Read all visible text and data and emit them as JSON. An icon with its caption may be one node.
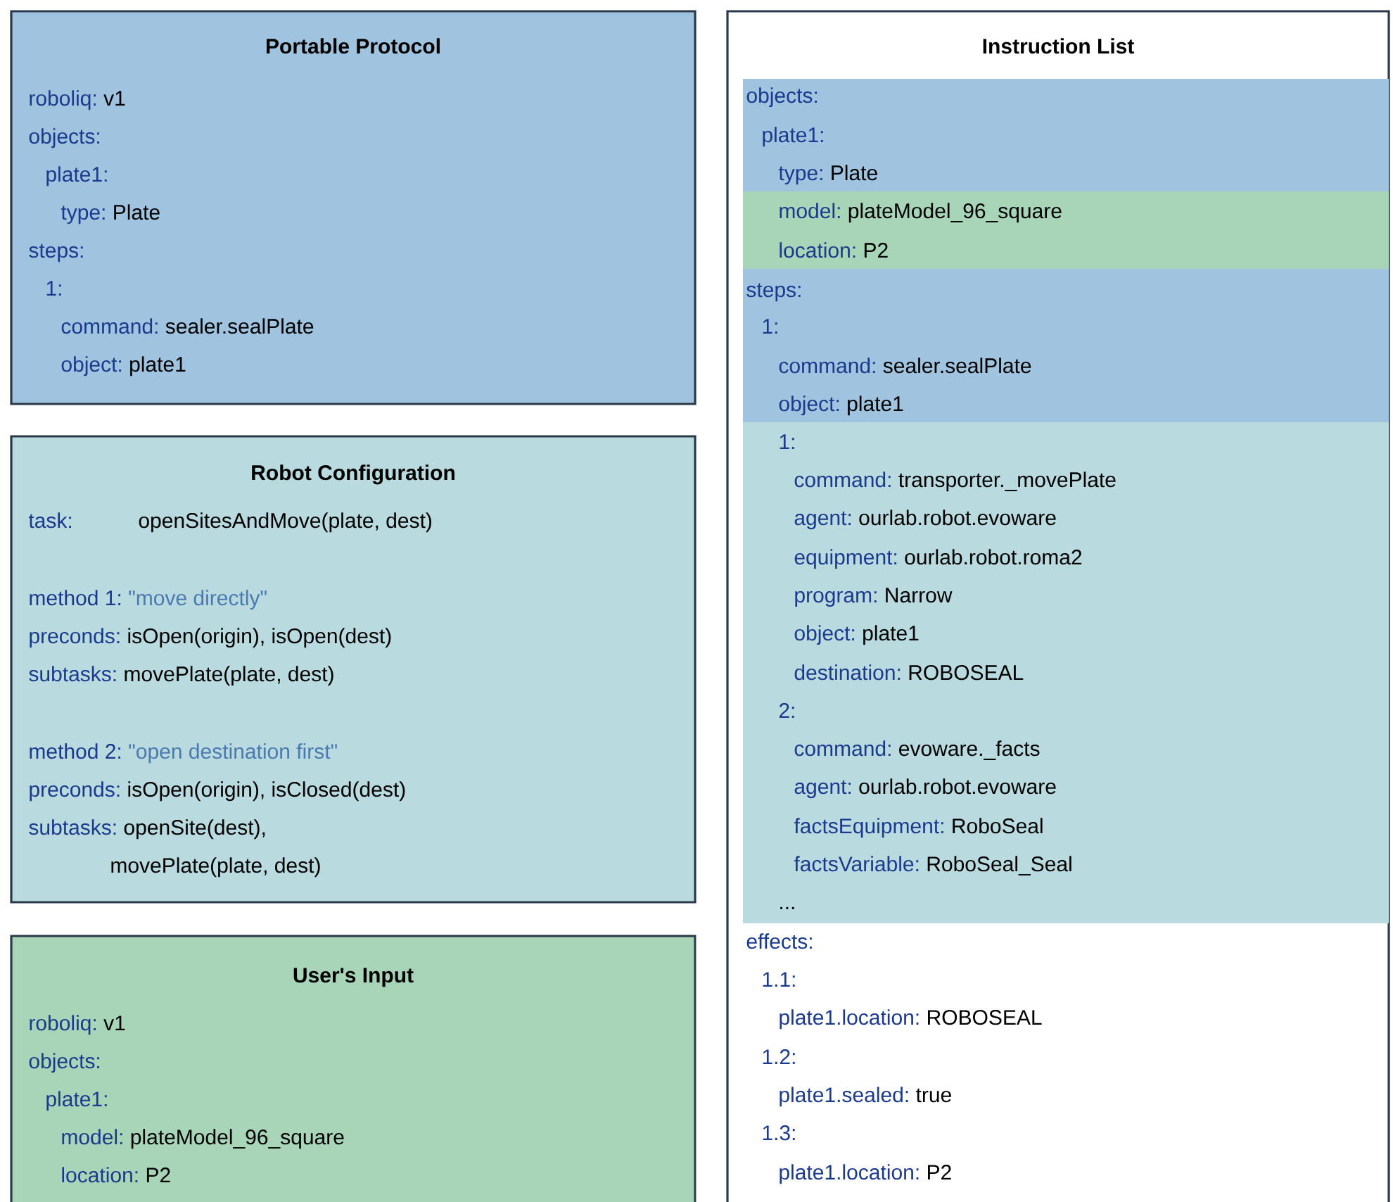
{
  "diagram": {
    "nodes": [
      {
        "text": [
          "Portable Protocol",
          "roboliq:",
          "v1",
          "objects:",
          "plate1:",
          "type:",
          "Plate",
          "steps:",
          "1:",
          "command:",
          "sealer.sealPlate",
          "object:",
          "plate1"
        ]
      },
      {
        "text": [
          "Robot Configuration",
          "task:",
          "openSitesAndMove(plate, dest)",
          "method 1:",
          "\"move directly\"",
          "preconds:",
          "isOpen(origin), isOpen(dest)",
          "subtasks:",
          "movePlate(plate, dest)",
          "method 2:",
          "\"open destination first\"",
          "preconds:",
          "isOpen(origin), isClosed(dest)",
          "subtasks:",
          "openSite(dest),",
          "movePlate(plate, dest)"
        ]
      },
      {
        "text": [
          "User's Input",
          "roboliq:",
          "v1",
          "objects:",
          "plate1:",
          "model:",
          "plateModel_96_square",
          "location:",
          "P2"
        ]
      },
      {
        "text": [
          "Instruction List",
          "effects:",
          "1.1:",
          "plate1.location:",
          "ROBOSEAL",
          "1.2:",
          "plate1.sealed:",
          "true",
          "1.3:",
          "plate1.location:",
          "P2"
        ]
      },
      {
        "text": [
          "objects:",
          "plate1:",
          "type:",
          "Plate"
        ],
        "in": 3
      },
      {
        "text": [
          "model:",
          "plateModel_96_square",
          "location:",
          "P2"
        ],
        "in": 3
      },
      {
        "text": [
          "steps:",
          "1:",
          "command:",
          "sealer.sealPlate",
          "object:",
          "plate1"
        ],
        "in": 3
      },
      {
        "text": [
          "1:",
          "command:",
          "transporter._movePlate",
          "agent:",
          "ourlab.robot.evoware",
          "equipment:",
          "ourlab.robot.roma2",
          "program:",
          "Narrow",
          "object:",
          "plate1",
          "destination:",
          "ROBOSEAL",
          "2:",
          "command:",
          "evoware._facts",
          "agent:",
          "ourlab.robot.evoware",
          "factsEquipment:",
          "RoboSeal",
          "factsVariable:",
          "RoboSeal_Seal",
          "..."
        ],
        "in": 3
      }
    ],
    "edges": []
  }
}
